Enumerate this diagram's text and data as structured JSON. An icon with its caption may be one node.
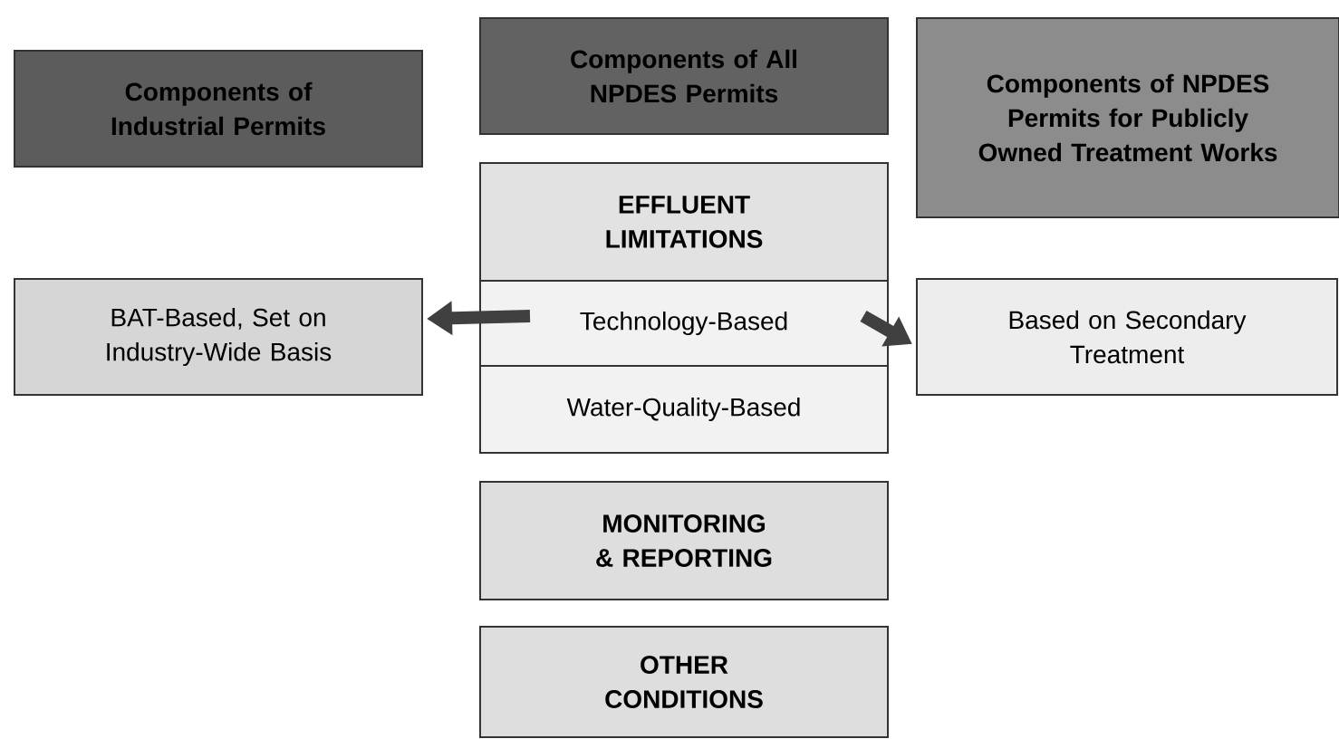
{
  "diagram": {
    "nodes": [
      {
        "text": [
          "Components of Industrial Permits"
        ]
      },
      {
        "text": [
          "Components of All NPDES Permits"
        ]
      },
      {
        "text": [
          "Components of NPDES Permits for Publicly Owned Treatment Works"
        ]
      },
      {
        "text": [
          "EFFLUENT LIMITATIONS"
        ]
      },
      {
        "text": [
          "Technology-Based"
        ]
      },
      {
        "text": [
          "Water-Quality-Based"
        ]
      },
      {
        "text": [
          "BAT-Based, Set on Industry-Wide Basis"
        ]
      },
      {
        "text": [
          "Based on Secondary Treatment"
        ]
      },
      {
        "text": [
          "MONITORING & REPORTING"
        ]
      },
      {
        "text": [
          "OTHER CONDITIONS"
        ]
      }
    ],
    "edges": [
      {
        "from": 4,
        "to": 6,
        "arrow": "to"
      },
      {
        "from": 4,
        "to": 7,
        "arrow": "to"
      }
    ]
  }
}
